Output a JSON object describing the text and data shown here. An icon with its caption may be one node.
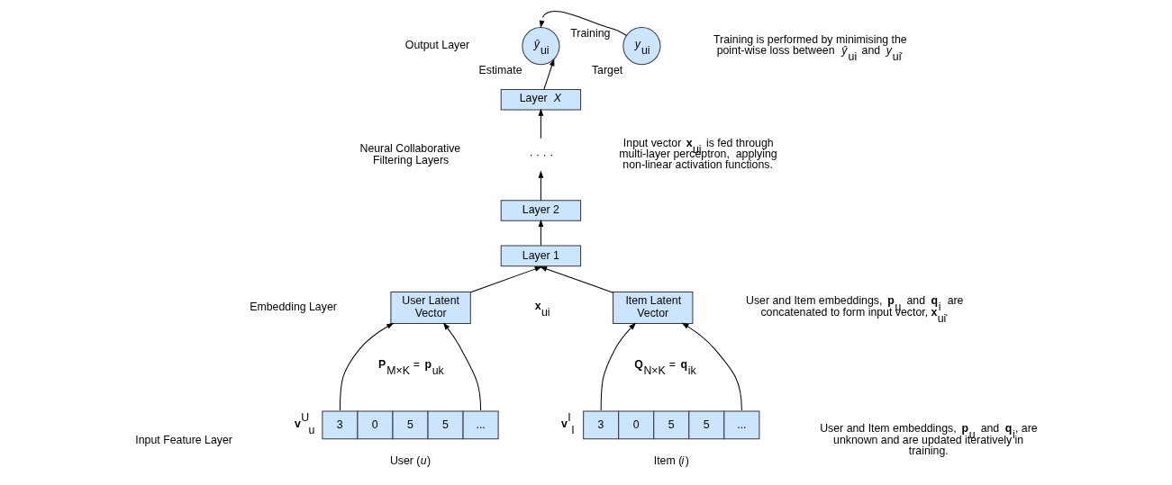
{
  "diagram": {
    "nodes": [
      {
        "text": [
          "*ŷ*$_{ui}$"
        ],
        "beside": [
          "Estimate"
        ]
      },
      {
        "text": [
          "*y*$_{ui}$"
        ],
        "beside": [
          "Target"
        ]
      },
      {
        "text": [
          "Layer *X*"
        ]
      },
      {
        "text": [
          "· · · ·"
        ]
      },
      {
        "text": [
          "Layer 2"
        ]
      },
      {
        "text": [
          "Layer 1"
        ]
      },
      {
        "text": [
          "User Latent Vector"
        ]
      },
      {
        "text": [
          "Item Latent Vector"
        ]
      },
      {
        "text": [
          "3",
          "0",
          "5",
          "5",
          "..."
        ],
        "beside": [
          "**v**$^{U}$$_{u}$",
          "User (*u*)"
        ]
      },
      {
        "text": [
          "3",
          "0",
          "5",
          "5",
          "..."
        ],
        "beside": [
          "**v**$^{I}$$_{I}$",
          "Item (*i*)"
        ]
      }
    ],
    "edges": [
      {
        "from": 1,
        "to": 0,
        "arrow": "to",
        "label": "Training"
      },
      {
        "from": 2,
        "to": 0,
        "arrow": "to"
      },
      {
        "from": 3,
        "to": 2,
        "arrow": "to"
      },
      {
        "from": 4,
        "to": 3,
        "arrow": "to"
      },
      {
        "from": 5,
        "to": 4,
        "arrow": "to"
      },
      {
        "from": 6,
        "to": 5,
        "arrow": "to"
      },
      {
        "from": 7,
        "to": 5,
        "arrow": "to"
      },
      {
        "from": 8,
        "to": 6,
        "arrow": "to"
      },
      {
        "from": 8,
        "to": 6,
        "arrow": "to"
      },
      {
        "from": 9,
        "to": 7,
        "arrow": "to"
      },
      {
        "from": 9,
        "to": 7,
        "arrow": "to"
      }
    ],
    "labels": [
      "Output Layer",
      "Training is performed by minimising the point-wise loss between *ŷ*$_{ui}$ and *y*$_{ui}$.",
      "Neural Collaborative Filtering Layers",
      "Input vector **x**$_{ui}$ is fed through multi-layer perceptron,  applying non-linear activation functions.",
      "**x**$_{ui}$",
      "User and Item embeddings, **p**$_{u}$ and **q**$_{i}$ are concatenated to form input vector, **x**$_{ui}$.",
      "Embedding Layer",
      "**P**$_{M×K}$ = **p**$_{uk}$",
      "**Q**$_{N×K}$ = **q**$_{ik}$",
      "User and Item embeddings, **p**$_{u}$ and **q**$_{i}$, are unknown and are updated iteratively in training.",
      "Input Feature Layer"
    ]
  }
}
